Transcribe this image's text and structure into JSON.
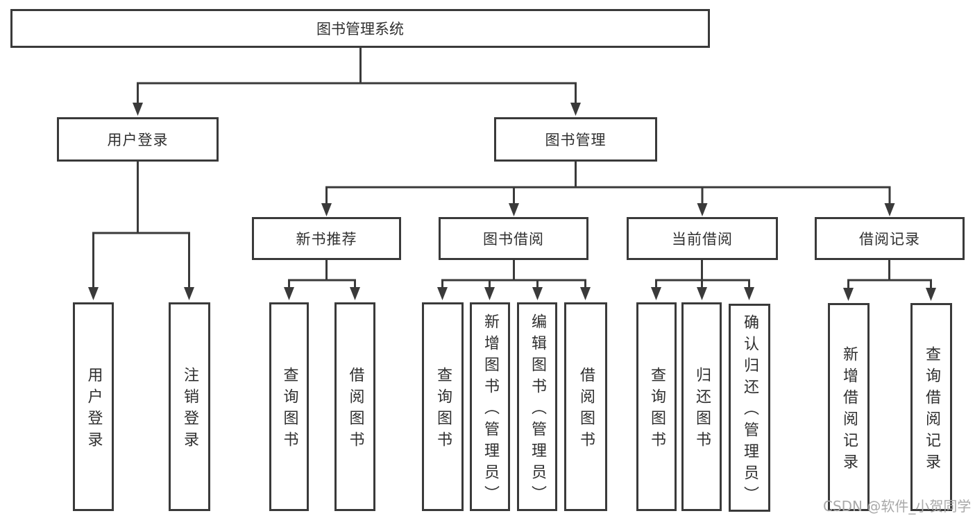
{
  "diagram": {
    "root": "图书管理系统",
    "branches": [
      {
        "label": "用户登录",
        "children": [
          "用户登录",
          "注销登录"
        ]
      },
      {
        "label": "图书管理",
        "sections": [
          {
            "label": "新书推荐",
            "children": [
              "查询图书",
              "借阅图书"
            ]
          },
          {
            "label": "图书借阅",
            "children": [
              "查询图书",
              "新增图书（管理员）",
              "编辑图书（管理员）",
              "借阅图书"
            ]
          },
          {
            "label": "当前借阅",
            "children": [
              "查询图书",
              "归还图书",
              "确认归还（管理员）"
            ]
          },
          {
            "label": "借阅记录",
            "children": [
              "新增借阅记录",
              "查询借阅记录"
            ]
          }
        ]
      }
    ]
  },
  "watermark": "CSDN @软件_小贺同学",
  "colors": {
    "line": "#3a3a3a",
    "box_border": "#3a3a3a",
    "text": "#2f2f2f",
    "watermark": "#a9a9a9",
    "background": "#ffffff"
  }
}
